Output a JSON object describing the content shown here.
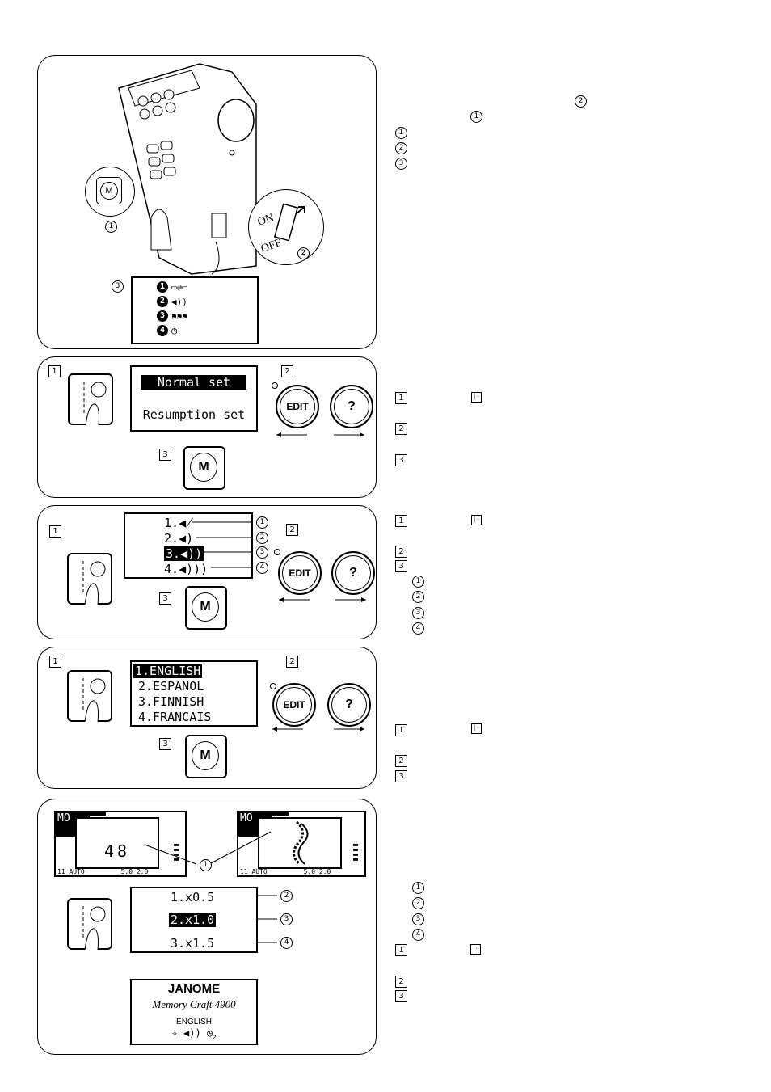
{
  "callouts": {
    "c1": "1",
    "c2": "2",
    "c3": "3",
    "c4": "4"
  },
  "steps": {
    "s1": "1",
    "s2": "2",
    "s3": "3"
  },
  "panel1": {
    "m_key": "M",
    "switch_on": "ON",
    "switch_off": "OFF",
    "menu_numbers": [
      "1",
      "2",
      "3",
      "4"
    ]
  },
  "panel2": {
    "lcd_line1": "Normal set",
    "lcd_line2": "Resumption set",
    "edit_label": "EDIT",
    "help_label": "?",
    "m_label": "M"
  },
  "panel3": {
    "rows": [
      "1.",
      "2.",
      "3.",
      "4."
    ],
    "edit_label": "EDIT",
    "help_label": "?",
    "m_label": "M"
  },
  "panel4": {
    "rows": [
      "1.ENGLISH",
      "2.ESPANOL",
      "3.FINNISH",
      "4.FRANCAIS"
    ],
    "edit_label": "EDIT",
    "help_label": "?",
    "m_label": "M"
  },
  "panel5": {
    "screen_tab": "MO",
    "screen_number": "48",
    "bottom_left": "11",
    "bottom_auto": "AUTO",
    "bottom_val1": "5.0",
    "bottom_val2": "2.0",
    "size_rows": [
      "1.x0.5",
      "2.x1.0",
      "3.x1.5"
    ],
    "brand": "JANOME",
    "model": "Memory Craft 4900",
    "language": "ENGLISH",
    "clock_sub": "2"
  }
}
